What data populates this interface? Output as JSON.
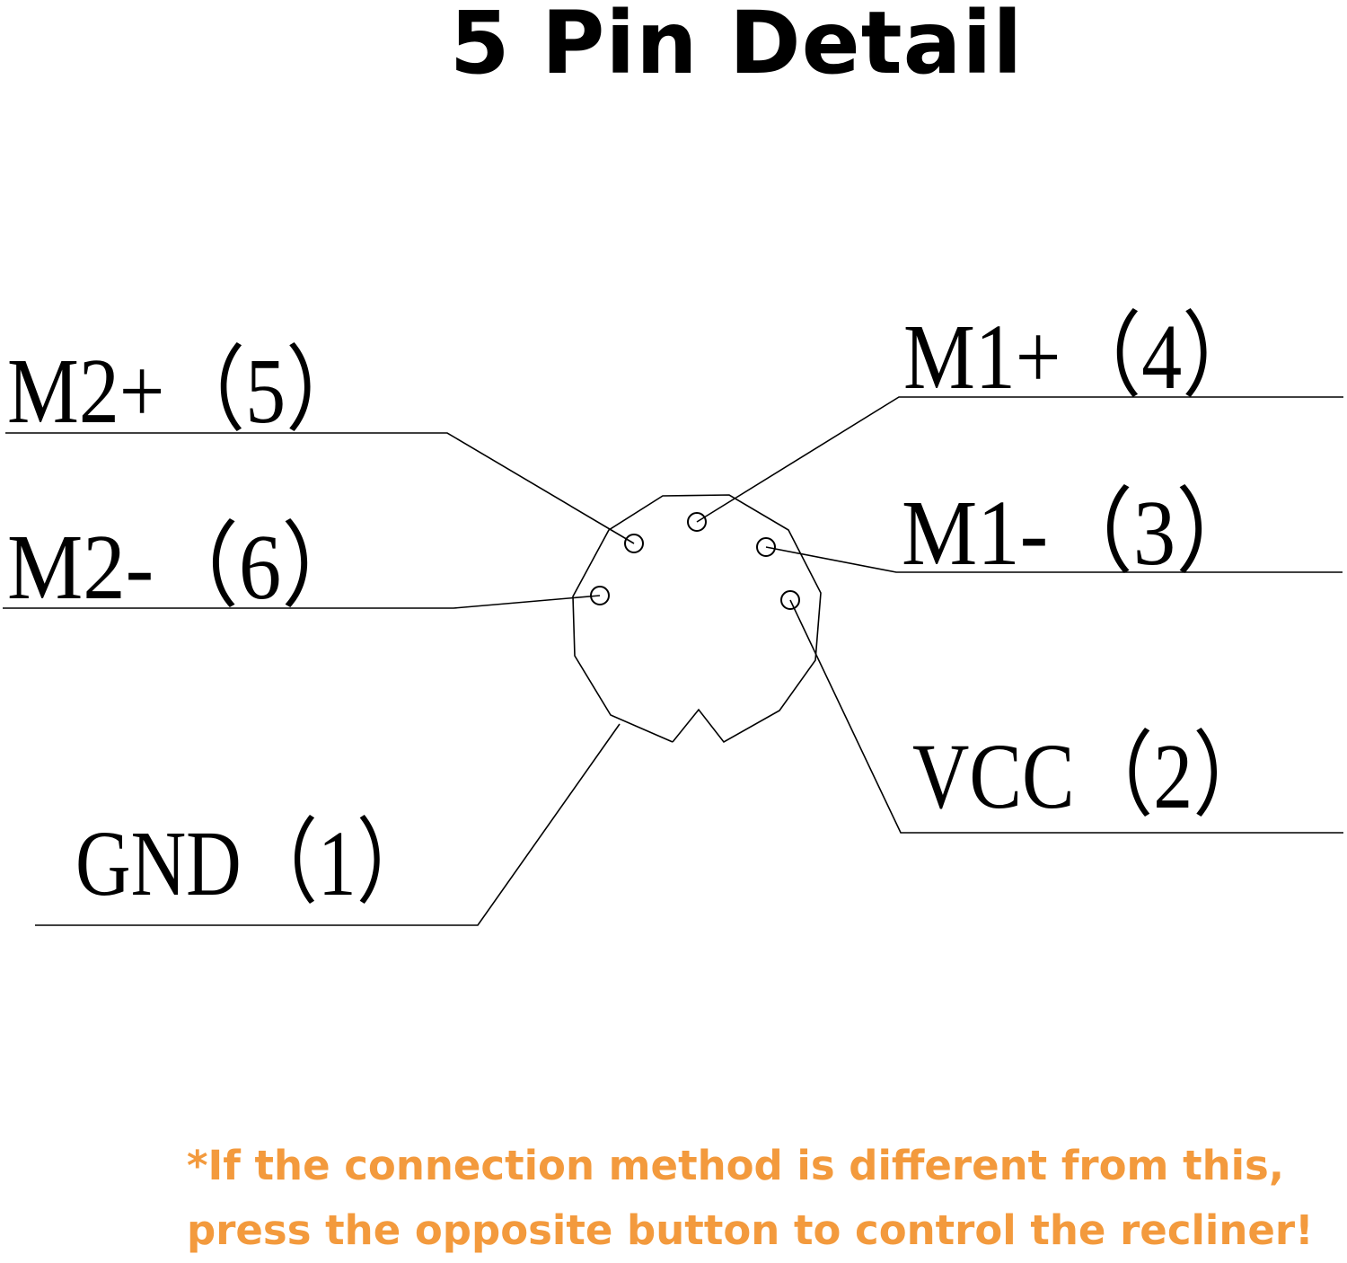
{
  "title": "5 Pin Detail",
  "pins": {
    "m2_plus": "M2+（5）",
    "m2_minus": "M2-（6）",
    "gnd": "GND（1）",
    "m1_plus": "M1+（4）",
    "m1_minus": "M1-（3）",
    "vcc": "VCC（2）"
  },
  "note": {
    "line1": "*If the connection method is different from this,",
    "line2": "press the opposite button to control the recliner!"
  },
  "colors": {
    "note": "#f39a3d",
    "line": "#000000"
  }
}
